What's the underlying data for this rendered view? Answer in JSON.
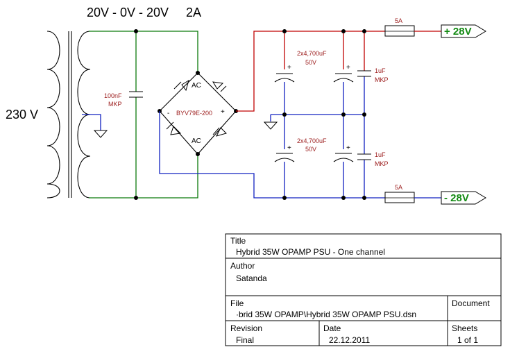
{
  "header": {
    "transformer_rating": "20V - 0V - 20V",
    "current_rating": "2A"
  },
  "primary": {
    "voltage": "230 V"
  },
  "components": {
    "snubber_cap": {
      "value": "100nF",
      "type": "MKP"
    },
    "bridge": {
      "part": "BYV79E-200",
      "ac_top": "AC",
      "ac_bottom": "AC",
      "minus": "-",
      "plus": "+"
    },
    "bulk_cap_top": {
      "value": "2x4,700uF",
      "voltage": "50V"
    },
    "bulk_cap_bottom": {
      "value": "2x4,700uF",
      "voltage": "50V"
    },
    "film_cap_top": {
      "value": "1uF",
      "type": "MKP"
    },
    "film_cap_bottom": {
      "value": "1uF",
      "type": "MKP"
    },
    "fuse_top": "5A",
    "fuse_bottom": "5A",
    "cap_plus": "+"
  },
  "outputs": {
    "positive": "+ 28V",
    "negative": "- 28V"
  },
  "title_block": {
    "title_label": "Title",
    "title": "Hybrid  35W OPAMP PSU - One channel",
    "author_label": "Author",
    "author": "Satanda",
    "file_label": "File",
    "file": "·brid 35W OPAMP\\Hybrid 35W OPAMP PSU.dsn",
    "document_label": "Document",
    "revision_label": "Revision",
    "revision": "Final",
    "date_label": "Date",
    "date": "22.12.2011",
    "sheets_label": "Sheets",
    "sheets": "1 of 1"
  },
  "colors": {
    "positive_rail": "#c00000",
    "negative_rail": "#1020c0",
    "ac": "#0a7a0a",
    "output_label": "#138a13"
  }
}
